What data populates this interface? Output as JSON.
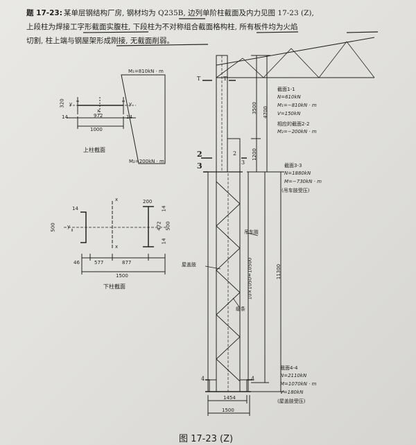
{
  "problem": {
    "number": "题 17-23:",
    "line1": "某单层钢结构厂房, 钢材均为 Q235B, 边列单阶柱截面及内力见图 17-23 (Z),",
    "line2": "上段柱为焊接工字形截面实腹柱, 下段柱为不对称组合截面格构柱, 所有板件均为火焰",
    "line3": "切割, 柱上端与钢屋架形成刚接, 无截面削弱。"
  },
  "upper_section": {
    "title": "上柱截面",
    "dim_320": "320",
    "dim_972": "972",
    "dim_14_left": "14",
    "dim_14_right": "14",
    "dim_1000": "1000",
    "axis_x": "x",
    "axis_y_left": "y",
    "axis_y_right": "y"
  },
  "moment_diagram": {
    "m_top": "M₁=810kN · m",
    "m_bottom": "M₂=200kN · m"
  },
  "lower_section": {
    "title": "下柱截面",
    "dim_14_top": "14",
    "dim_200": "200",
    "dim_500_left": "500",
    "dim_472": "472",
    "dim_500_right": "500",
    "dim_14_a": "14",
    "dim_14_b": "14",
    "dim_46": "46",
    "dim_577": "577",
    "dim_877": "877",
    "dim_1500": "1500",
    "axis_x_top": "x",
    "axis_x_bottom": "x",
    "axis_y": "y"
  },
  "column": {
    "label_T_left": "T",
    "label_T_right": "T",
    "label_2_left": "2",
    "label_2_right": "2",
    "label_3_left": "3",
    "label_3_right": "3",
    "label_4_left": "4",
    "label_4_right": "4",
    "dim_3500": "3500",
    "dim_4700": "4700",
    "dim_1200": "1200",
    "dim_10500": "10×1050=10500",
    "dim_11300": "11300",
    "dim_1454": "1454",
    "dim_1500": "1500",
    "crane_limb": "吊车肢",
    "roof_limb": "屋盖肢",
    "batten": "缀条"
  },
  "section_1_1": {
    "title": "截面1-1",
    "n": "N=610kN",
    "m": "M₁=−810kN · m",
    "v": "V=150kN"
  },
  "section_2_2": {
    "title": "相应的截面2-2",
    "m": "M₂=−200kN · m"
  },
  "section_3_3": {
    "title": "截面3-3",
    "n": "N=1880kN",
    "m": "M=−730kN · m",
    "note": "(吊车肢受压)"
  },
  "section_4_4": {
    "title": "截面4-4",
    "n": "N=2110kN",
    "m": "M=1070kN · m",
    "v": "V=180kN",
    "note": "(屋盖肢受压)"
  },
  "figure_caption": "图 17-23 (Z)",
  "colors": {
    "ink": "#1f1f1f",
    "paper": "#e6e5e1",
    "background": "#d9d9d6"
  }
}
